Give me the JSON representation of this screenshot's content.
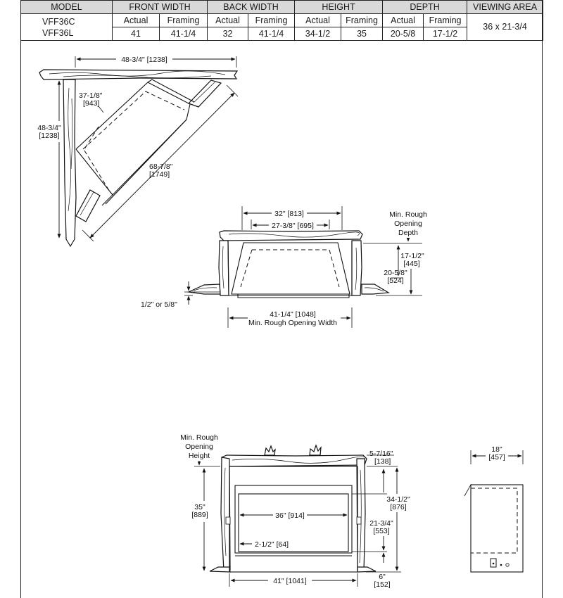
{
  "table": {
    "headers": {
      "model": "MODEL",
      "front_width": "FRONT WIDTH",
      "back_width": "BACK WIDTH",
      "height": "HEIGHT",
      "depth": "DEPTH",
      "viewing_area": "VIEWING AREA"
    },
    "sub_headers": {
      "actual": "Actual",
      "framing": "Framing"
    },
    "models": [
      "VFF36C",
      "VFF36L"
    ],
    "values": {
      "front_actual": "41",
      "front_framing": "41-1/4",
      "back_actual": "32",
      "back_framing": "41-1/4",
      "height_actual": "34-1/2",
      "height_framing": "35",
      "depth_actual": "20-5/8",
      "depth_framing": "17-1/2",
      "viewing_area": "36 x 21-3/4"
    }
  },
  "corner_view": {
    "top_width": "48-3/4\" [1238]",
    "side_height_in": "48-3/4\"",
    "side_height_mm": "[1238]",
    "inner_in": "37-1/8\"",
    "inner_mm": "[943]",
    "diagonal_in": "68-7/8\"",
    "diagonal_mm": "[1749]"
  },
  "top_view": {
    "back_width": "32\" [813]",
    "inner_back_width": "27-3/8\" [695]",
    "rough_depth_label": [
      "Min. Rough",
      "Opening",
      "Depth"
    ],
    "depth_framing_in": "17-1/2\"",
    "depth_framing_mm": "[445]",
    "depth_actual_in": "20-5/8\"",
    "depth_actual_mm": "[524]",
    "offset": "1/2\" or 5/8\"",
    "rough_width": "41-1/4\" [1048]",
    "rough_width_label": "Min. Rough Opening Width"
  },
  "front_view": {
    "rough_height_label": [
      "Min. Rough",
      "Opening",
      "Height"
    ],
    "height_framing_in": "35\"",
    "height_framing_mm": "[889]",
    "top_offset_in": "5-7/16\"",
    "top_offset_mm": "[138]",
    "height_actual_in": "34-1/2\"",
    "height_actual_mm": "[876]",
    "view_height_in": "21-3/4\"",
    "view_height_mm": "[553]",
    "view_width": "36\" [914]",
    "side_offset": "2-1/2\" [64]",
    "base_in": "6\"",
    "base_mm": "[152]",
    "front_width": "41\" [1041]"
  },
  "side_view": {
    "depth_in": "18\"",
    "depth_mm": "[457]"
  }
}
